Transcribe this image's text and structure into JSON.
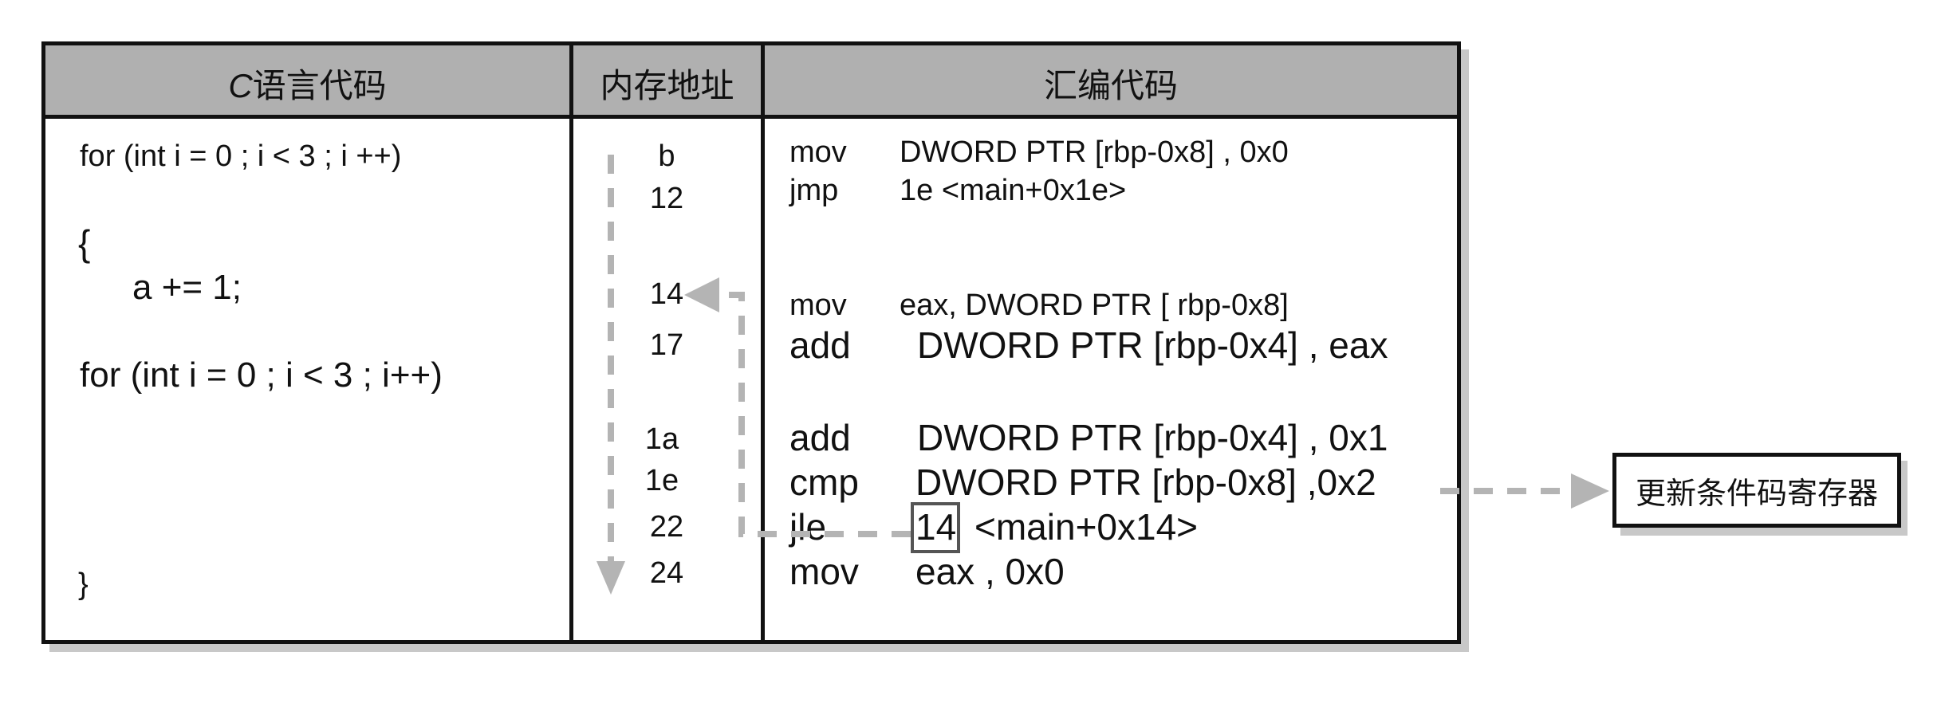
{
  "headers": {
    "c_prefix": "C",
    "c_suffix": "语言代码",
    "address": "内存地址",
    "assembly": "汇编代码"
  },
  "c_code": {
    "line1": "for  (int i = 0 ; i < 3 ; i ++)",
    "line2": "{",
    "line3": "a += 1;",
    "line4": "for  (int i = 0 ; i < 3 ; i++)",
    "line5": "}"
  },
  "addresses": [
    "b",
    "12",
    "14",
    "17",
    "1a",
    "1e",
    "22",
    "24"
  ],
  "assembly": [
    {
      "op": "mov",
      "args": "DWORD  PTR  [rbp-0x8] , 0x0"
    },
    {
      "op": "jmp",
      "args": "1e  <main+0x1e>"
    },
    {
      "op": "mov",
      "args": "eax,  DWORD PTR  [ rbp-0x8]"
    },
    {
      "op": "add",
      "args": "DWORD  PTR  [rbp-0x4] , eax"
    },
    {
      "op": "add",
      "args": "DWORD  PTR  [rbp-0x4] , 0x1"
    },
    {
      "op": "cmp",
      "args": "DWORD  PTR  [rbp-0x8] ,0x2"
    },
    {
      "op": "jle",
      "target": "14",
      "args": "<main+0x14>"
    },
    {
      "op": "mov",
      "args": "eax , 0x0"
    }
  ],
  "callout": "更新条件码寄存器",
  "colors": {
    "header_bg": "#b0b0b0",
    "shadow": "#c8c8c8",
    "arrow": "#b4b4b4",
    "border": "#111111"
  }
}
